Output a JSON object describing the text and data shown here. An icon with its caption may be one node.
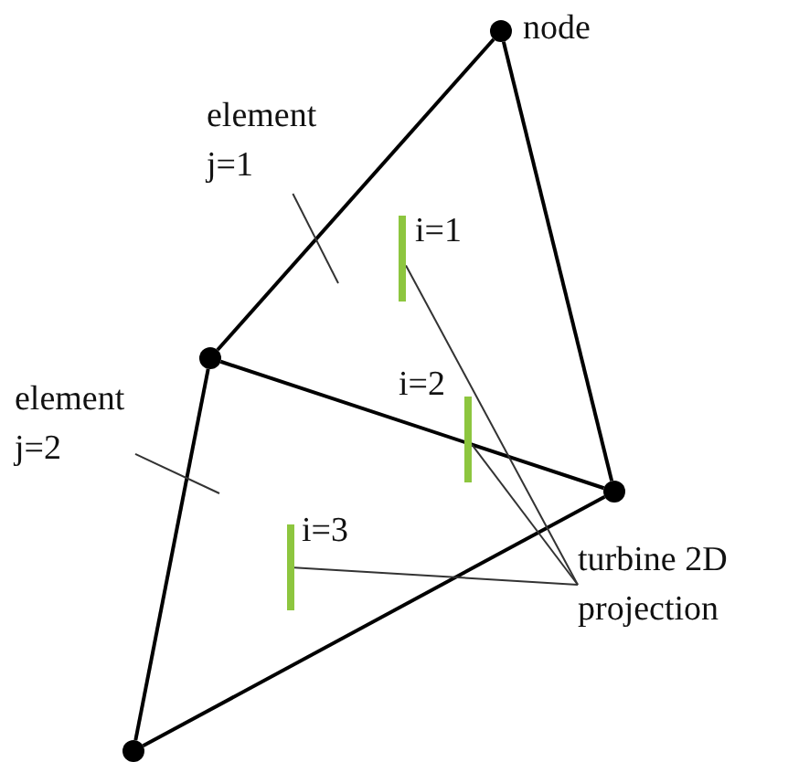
{
  "diagram": {
    "nodes": [
      {
        "text": [],
        "shape": "circle",
        "beside": [
          "node"
        ]
      },
      {
        "text": [
          "element j=1"
        ]
      },
      {
        "text": [],
        "shape": "bar",
        "beside": [
          "i=1"
        ]
      },
      {
        "text": [],
        "shape": "circle"
      },
      {
        "text": [],
        "shape": "bar",
        "beside": [
          "i=2"
        ]
      },
      {
        "text": [
          "element j=2"
        ]
      },
      {
        "text": [],
        "shape": "circle"
      },
      {
        "text": [],
        "shape": "bar",
        "beside": [
          "i=3"
        ]
      },
      {
        "text": [
          "turbine 2D projection"
        ]
      },
      {
        "text": [],
        "shape": "circle"
      }
    ],
    "edges": [
      {
        "from": 0,
        "to": 3,
        "arrow": "none"
      },
      {
        "from": 0,
        "to": 6,
        "arrow": "none"
      },
      {
        "from": 3,
        "to": 6,
        "arrow": "none"
      },
      {
        "from": 3,
        "to": 9,
        "arrow": "none"
      },
      {
        "from": 9,
        "to": 6,
        "arrow": "none"
      },
      {
        "from": 1,
        "to": null,
        "arrow": "none"
      },
      {
        "from": 5,
        "to": null,
        "arrow": "none"
      },
      {
        "from": 8,
        "to": 2,
        "arrow": "none"
      },
      {
        "from": 8,
        "to": 4,
        "arrow": "none"
      },
      {
        "from": 8,
        "to": 7,
        "arrow": "none"
      }
    ]
  }
}
